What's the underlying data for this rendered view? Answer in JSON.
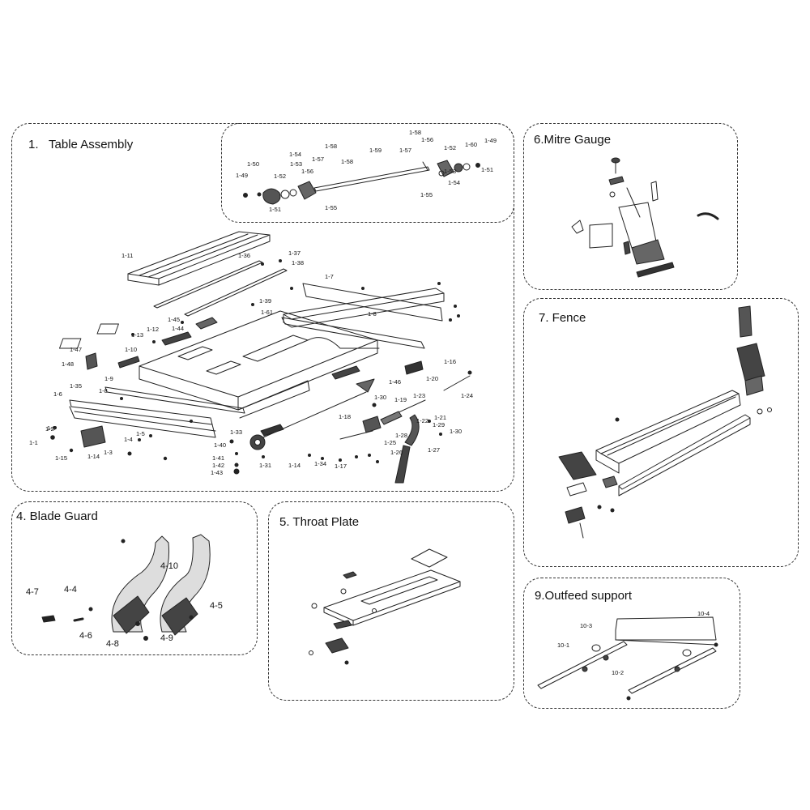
{
  "panels": {
    "table": {
      "title": "1.   Table Assembly"
    },
    "mitre": {
      "title": "6.Mitre Gauge"
    },
    "fence": {
      "title": "7. Fence"
    },
    "blade": {
      "title": "4. Blade Guard"
    },
    "throat": {
      "title": "5. Throat Plate"
    },
    "outfeed": {
      "title": "9.Outfeed support"
    }
  },
  "callouts": {
    "inset": [
      "1-58",
      "1-56",
      "1-52",
      "1-60",
      "1-49",
      "1-50",
      "1-54",
      "1-58",
      "1-59",
      "1-57",
      "1-53",
      "1-57",
      "1-58",
      "1-53",
      "1-51",
      "1-49",
      "1-52",
      "1-56",
      "1-55",
      "1-54",
      "1-51",
      "1-55"
    ],
    "table": [
      "1-11",
      "1-36",
      "1-37",
      "1-38",
      "1-7",
      "1-39",
      "1-61",
      "1-45",
      "1-44",
      "1-12",
      "1-13",
      "1-8",
      "1-10",
      "1-47",
      "1-48",
      "1-6",
      "1-9",
      "1-16",
      "1-46",
      "1-20",
      "1-24",
      "1-35",
      "1-8",
      "1-30",
      "1-23",
      "1-19",
      "1-18",
      "1-21",
      "1-22",
      "1-29",
      "1-30",
      "1-6",
      "1-2",
      "1-5",
      "1-4",
      "1-33",
      "1-40",
      "1-28",
      "1-25",
      "1-26",
      "1-27",
      "1-1",
      "1-15",
      "1-14",
      "1-3",
      "1-41",
      "1-42",
      "1-43",
      "1-31",
      "1-14",
      "1-34",
      "1-17"
    ],
    "blade": [
      "4-10",
      "4-7",
      "4-4",
      "4-5",
      "4-6",
      "4-8",
      "4-9"
    ],
    "outfeed": [
      "10-4",
      "10-3",
      "10-1",
      "10-2"
    ]
  }
}
